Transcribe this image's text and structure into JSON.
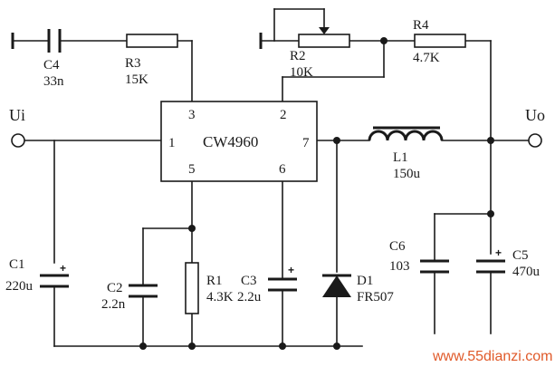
{
  "ic": {
    "name": "CW4960",
    "pins": [
      "1",
      "2",
      "3",
      "5",
      "6",
      "7"
    ]
  },
  "terminals": {
    "input": "Ui",
    "output": "Uo"
  },
  "components": {
    "c4": {
      "ref": "C4",
      "value": "33n"
    },
    "r3": {
      "ref": "R3",
      "value": "15K"
    },
    "r2": {
      "ref": "R2",
      "value": "10K"
    },
    "r4": {
      "ref": "R4",
      "value": "4.7K"
    },
    "l1": {
      "ref": "L1",
      "value": "150u"
    },
    "c1": {
      "ref": "C1",
      "value": "220u"
    },
    "c2": {
      "ref": "C2",
      "value": "2.2n"
    },
    "r1": {
      "ref": "R1",
      "value": "4.3K"
    },
    "c3": {
      "ref": "C3",
      "value": "2.2u"
    },
    "d1": {
      "ref": "D1",
      "value": "FR507"
    },
    "c6": {
      "ref": "C6",
      "value": "103"
    },
    "c5": {
      "ref": "C5",
      "value": "470u"
    }
  },
  "polarity_mark": "+",
  "watermark": "www.55dianzi.com",
  "colors": {
    "ink": "#1a1a1a",
    "watermark": "#e05a2a",
    "background": "#ffffff"
  }
}
